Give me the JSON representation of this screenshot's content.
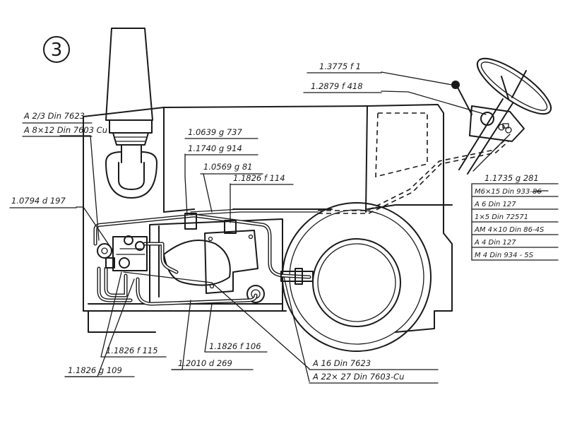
{
  "figure_number": "3",
  "labels": {
    "steering_ball": "1.3775 f 1",
    "steering_bracket": "1.2879 f 418",
    "washer_top": "A 2/3 Din 7623",
    "washer_cu_top": "A 8×12 Din 7603 Cu",
    "pipe_737": "1.0639 g 737",
    "pipe_914": "1.1740 g 914",
    "pipe_81": "1.0569 g 81",
    "pipe_114": "1.1826 f 114",
    "valve_197": "1.0794 d 197",
    "part_281": "1.1735 g 281",
    "pipe_115": "1.1826 f 115",
    "pipe_109": "1.1826 g 109",
    "pipe_106": "1.1826 f 106",
    "pipe_269": "1.2010 d 269",
    "washer_bottom": "A 16 Din 7623",
    "washer_cu_bottom": "A 22× 27 Din 7603-Cu"
  },
  "parts_table": [
    "M6×15 Din 933-",
    "A 6 Din 127",
    "1×5 Din 72571",
    "AM 4×10 Din 86-4S",
    "A 4 Din 127",
    "M 4 Din 934 - 5S"
  ],
  "parts_table_struck": "86"
}
